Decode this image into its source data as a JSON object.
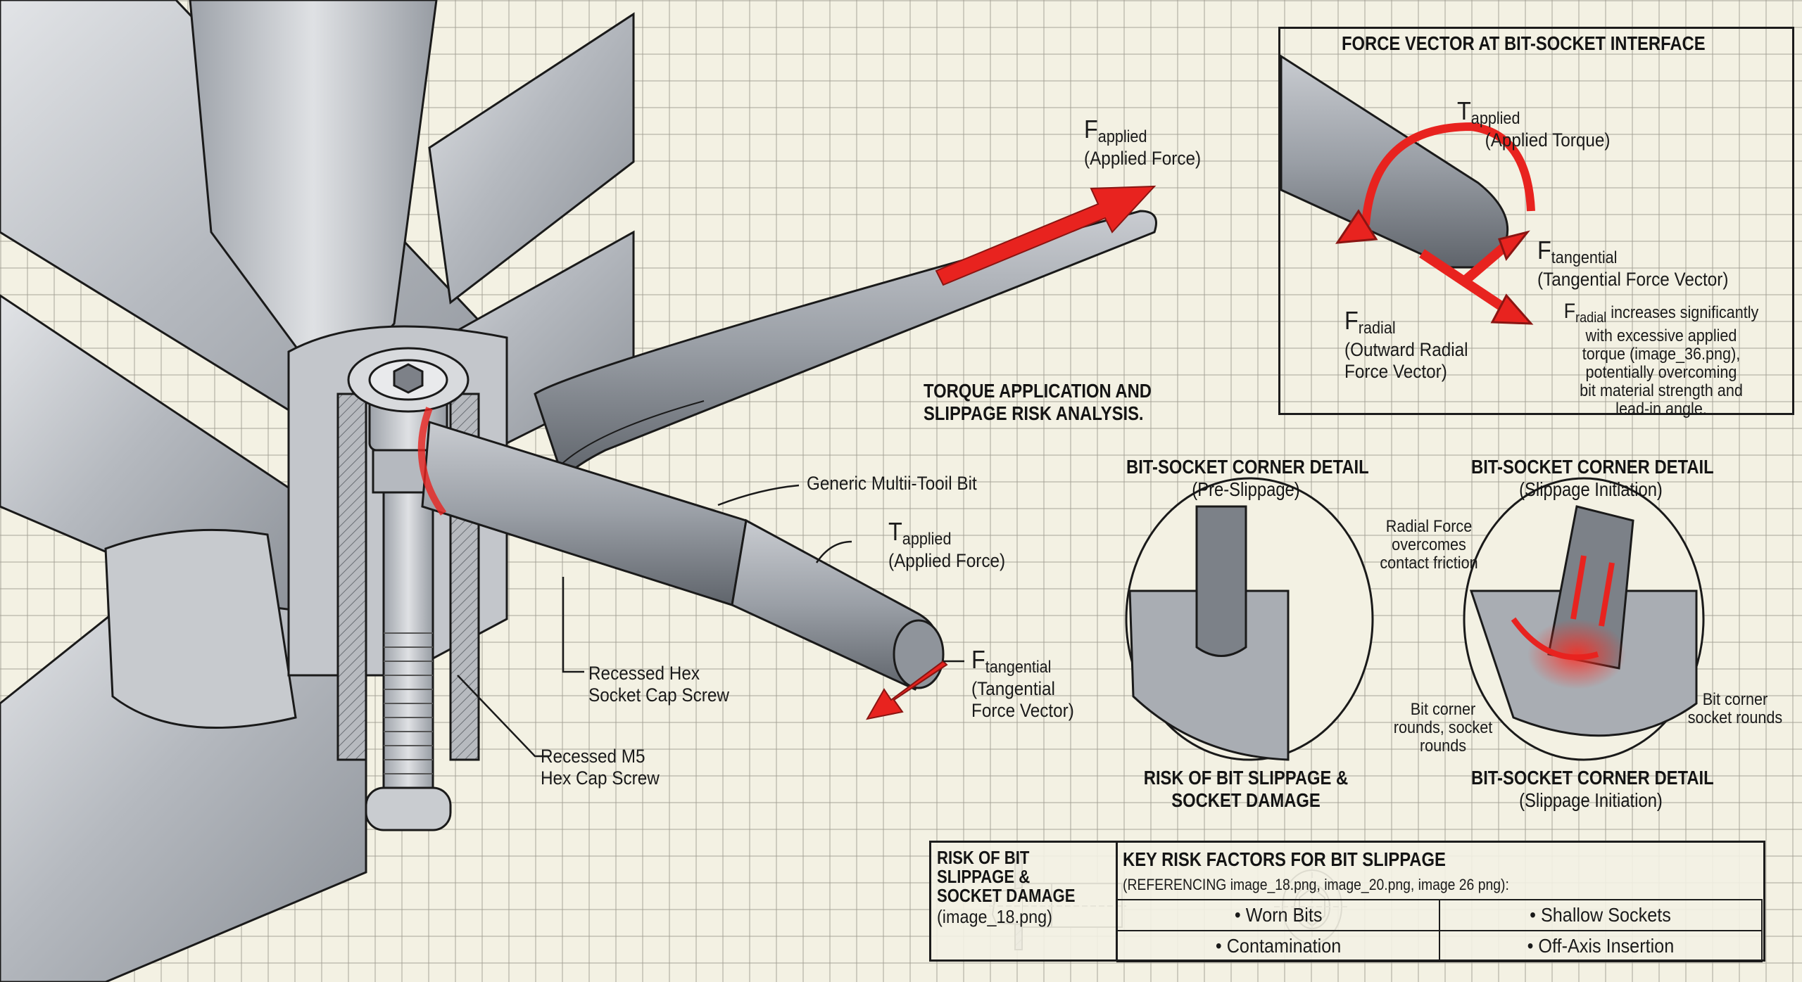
{
  "diagram": {
    "main_title": [
      "TORQUE APPLICATION AND",
      "SLIPPAGE RISK ANALYSIS."
    ],
    "callouts": {
      "f_applied": {
        "symbol": "F",
        "subscript": "applied",
        "description": "(Applied Force)"
      },
      "bit": {
        "text": "Generic Multii-Tooil Bit"
      },
      "t_applied": {
        "symbol": "T",
        "subscript": "applied",
        "description": "(Applied Force)"
      },
      "f_tangential": {
        "symbol": "F",
        "subscript": "tangential",
        "description": [
          "(Tangential",
          "Force Vector)"
        ]
      },
      "hex_socket_screw": {
        "lines": [
          "Recessed Hex",
          "Socket Cap Screw"
        ]
      },
      "m5_screw": {
        "lines": [
          "Recessed M5",
          "Hex Cap Screw"
        ]
      }
    },
    "force_vector_panel": {
      "title": "FORCE VECTOR AT BIT-SOCKET INTERFACE",
      "t_applied": {
        "symbol": "T",
        "subscript": "applied",
        "description": "(Applied Torque)"
      },
      "f_tangential": {
        "symbol": "F",
        "subscript": "tangential",
        "description": "(Tangential Force Vector)"
      },
      "f_radial": {
        "symbol": "F",
        "subscript": "radial",
        "description": [
          "(Outward Radial",
          "Force Vector)"
        ]
      },
      "note": {
        "symbol": "F",
        "subscript": "radial",
        "lines": [
          "increases significantly",
          "with excessive applied",
          "torque (image_36.png),",
          "potentially overcoming",
          "bit material strength and",
          "lead-in angle."
        ]
      }
    },
    "corner_details": {
      "pre_slippage": {
        "title": "BIT-SOCKET CORNER DETAIL",
        "subtitle": "(Pre-Slippage)"
      },
      "slippage_top": {
        "title": "BIT-SOCKET CORNER DETAIL",
        "subtitle": "(Slippage Initiation)"
      },
      "radial_note": [
        "Radial Force",
        "overcomes",
        "contact friction"
      ],
      "left_note": [
        "Bit corner",
        "rounds, socket",
        "rounds"
      ],
      "right_note": [
        "Bit corner",
        "socket rounds"
      ],
      "risk_caption": [
        "RISK OF BIT SLIPPAGE &",
        "SOCKET DAMAGE"
      ],
      "slippage_bottom": {
        "title": "BIT-SOCKET CORNER DETAIL",
        "subtitle": "(Slippage Initiation)"
      }
    },
    "bottom_panel": {
      "left_title": [
        "RISK OF BIT",
        "SLIPPAGE &",
        "SOCKET DAMAGE"
      ],
      "left_ref": "(image_18.png)",
      "factors_title": "KEY RISK FACTORS FOR BIT SLIPPAGE",
      "factors_ref": "(REFERENCING image_18.png, image_20.png, image  26 png):",
      "factors": [
        [
          "• Worn Bits",
          "• Shallow Sockets"
        ],
        [
          "• Contamination",
          "• Off-Axis Insertion"
        ]
      ]
    },
    "colors": {
      "accent_red": "#e8231f",
      "metal_light": "#d4d6da",
      "metal_mid": "#a9adb3",
      "metal_dark": "#6f737a",
      "ink": "#1a1a1a",
      "paper": "#f3f1e3"
    }
  }
}
